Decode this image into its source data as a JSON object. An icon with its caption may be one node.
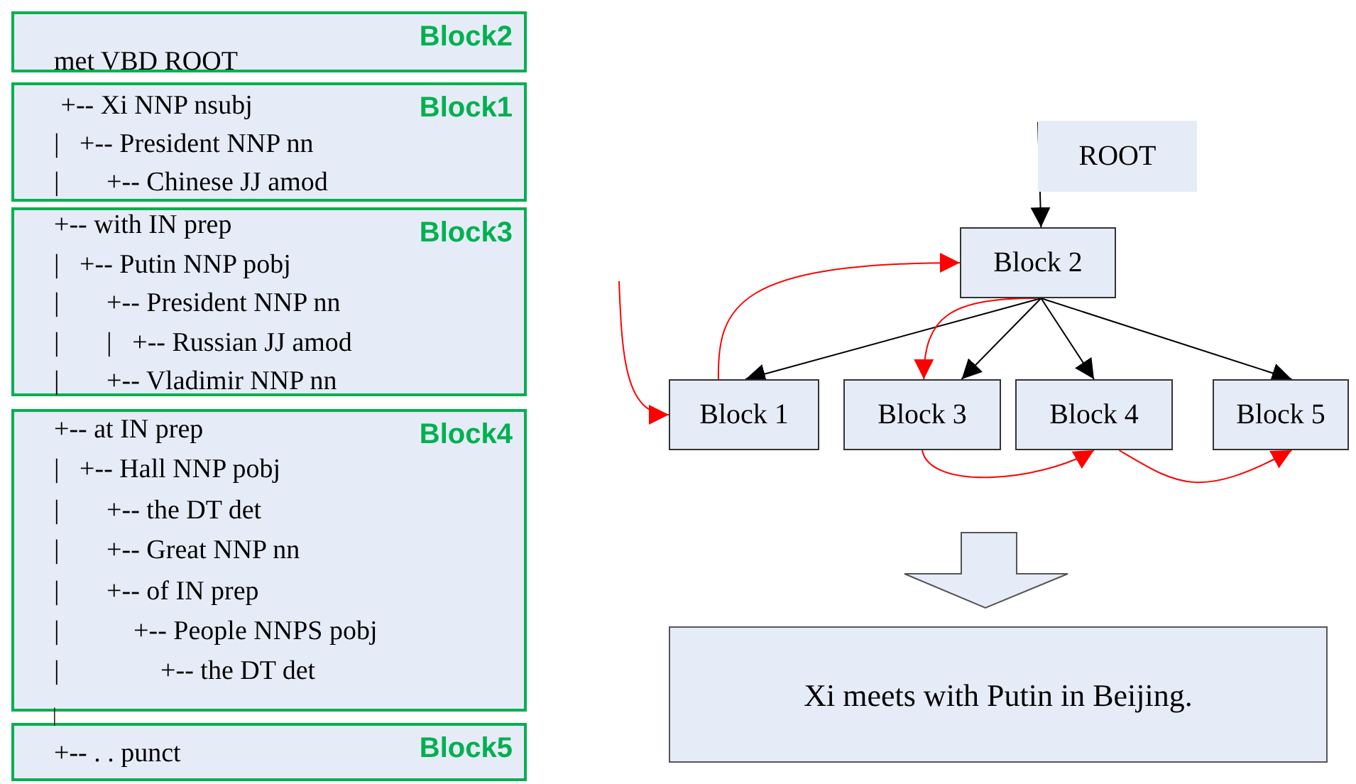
{
  "diagram": {
    "nodes": [
      {
        "text": [
          "Block2",
          "met VBD ROOT"
        ]
      },
      {
        "text": [
          "Block1",
          " +-- Xi NNP nsubj",
          "|   +-- President NNP nn",
          "|       +-- Chinese JJ amod"
        ]
      },
      {
        "text": [
          "Block3",
          "+-- with IN prep",
          "|   +-- Putin NNP pobj",
          "|       +-- President NNP nn",
          "|       |   +-- Russian JJ amod",
          "|       +-- Vladimir NNP nn"
        ]
      },
      {
        "text": [
          "Block4",
          "+-- at IN prep",
          "|   +-- Hall NNP pobj",
          "|       +-- the DT det",
          "|       +-- Great NNP nn",
          "|       +-- of IN prep",
          "|           +-- People NNPS pobj",
          "|               +-- the DT det"
        ]
      },
      {
        "text": [
          "Block5",
          "+-- . . punct"
        ]
      },
      {
        "text": [
          "ROOT"
        ]
      },
      {
        "text": [
          "Block 2"
        ]
      },
      {
        "text": [
          "Block 1"
        ]
      },
      {
        "text": [
          "Block 3"
        ]
      },
      {
        "text": [
          "Block 4"
        ]
      },
      {
        "text": [
          "Block 5"
        ]
      },
      {
        "text": [
          "Xi meets with Putin in Beijing."
        ]
      }
    ],
    "edges": [
      {
        "from": 5,
        "to": 6,
        "arrow": "to"
      },
      {
        "from": 6,
        "to": 7,
        "arrow": "to"
      },
      {
        "from": 6,
        "to": 8,
        "arrow": "to"
      },
      {
        "from": 6,
        "to": 9,
        "arrow": "to"
      },
      {
        "from": 6,
        "to": 10,
        "arrow": "to"
      },
      {
        "from": null,
        "to": 7,
        "arrow": "to",
        "color": "#ff0000"
      },
      {
        "from": 7,
        "to": 6,
        "arrow": "to",
        "color": "#ff0000"
      },
      {
        "from": 6,
        "to": 8,
        "arrow": "to",
        "color": "#ff0000"
      },
      {
        "from": 8,
        "to": 9,
        "arrow": "to",
        "color": "#ff0000"
      },
      {
        "from": 9,
        "to": 10,
        "arrow": "to",
        "color": "#ff0000"
      }
    ],
    "labels": [
      "|"
    ]
  }
}
